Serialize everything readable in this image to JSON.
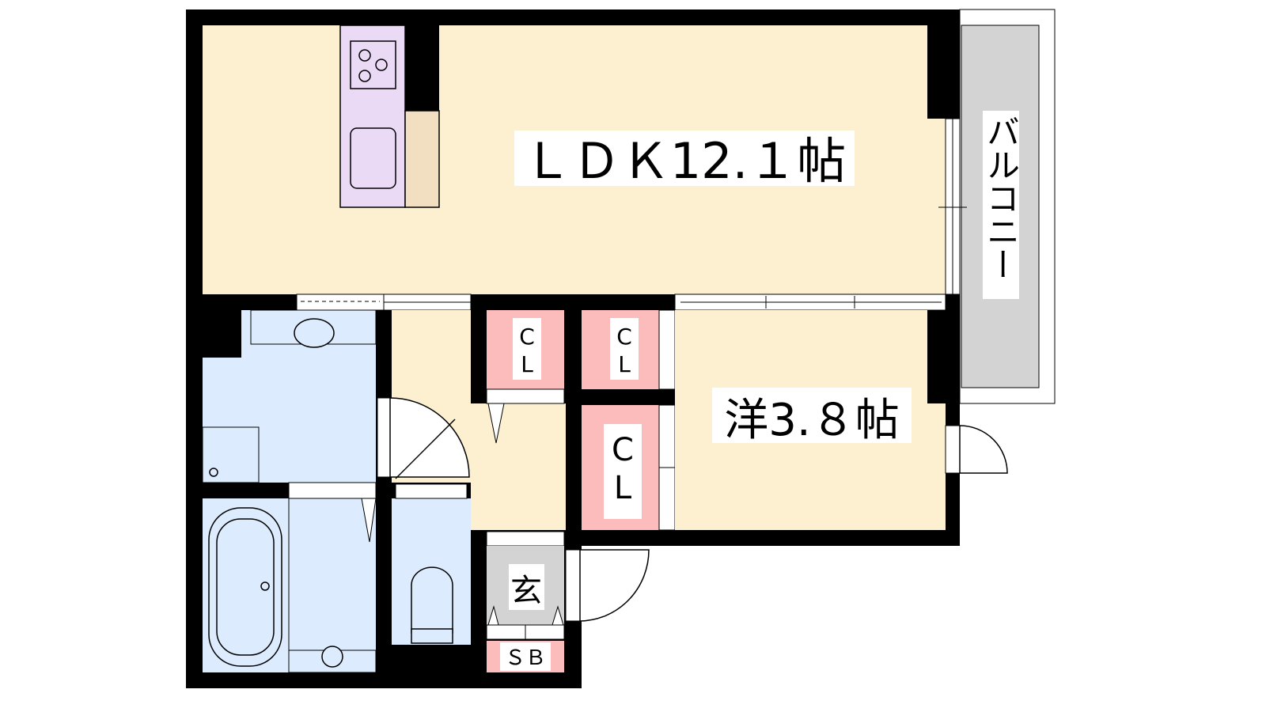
{
  "rooms": {
    "ldk": {
      "label": "ＬＤＫ12.１帖",
      "color": "#fdf0d0"
    },
    "western": {
      "label": "洋3.８帖",
      "color": "#fdf0d0"
    },
    "balcony": {
      "label": "バルコニー",
      "color": "#d3d3d3"
    },
    "closet_1": {
      "line1": "C",
      "line2": "L",
      "color": "#fdbcbc"
    },
    "closet_2": {
      "line1": "C",
      "line2": "L",
      "color": "#fdbcbc"
    },
    "closet_3": {
      "line1": "C",
      "line2": "L",
      "color": "#fdbcbc"
    },
    "entrance": {
      "label": "玄",
      "color": "#d3d3d3"
    },
    "shoe_box": {
      "label": "ＳＢ",
      "color": "#fdbcbc"
    },
    "wet_area_color": "#dcebfd",
    "kitchen_color": "#ebdaf5",
    "counter_color": "#f2dfc1"
  }
}
